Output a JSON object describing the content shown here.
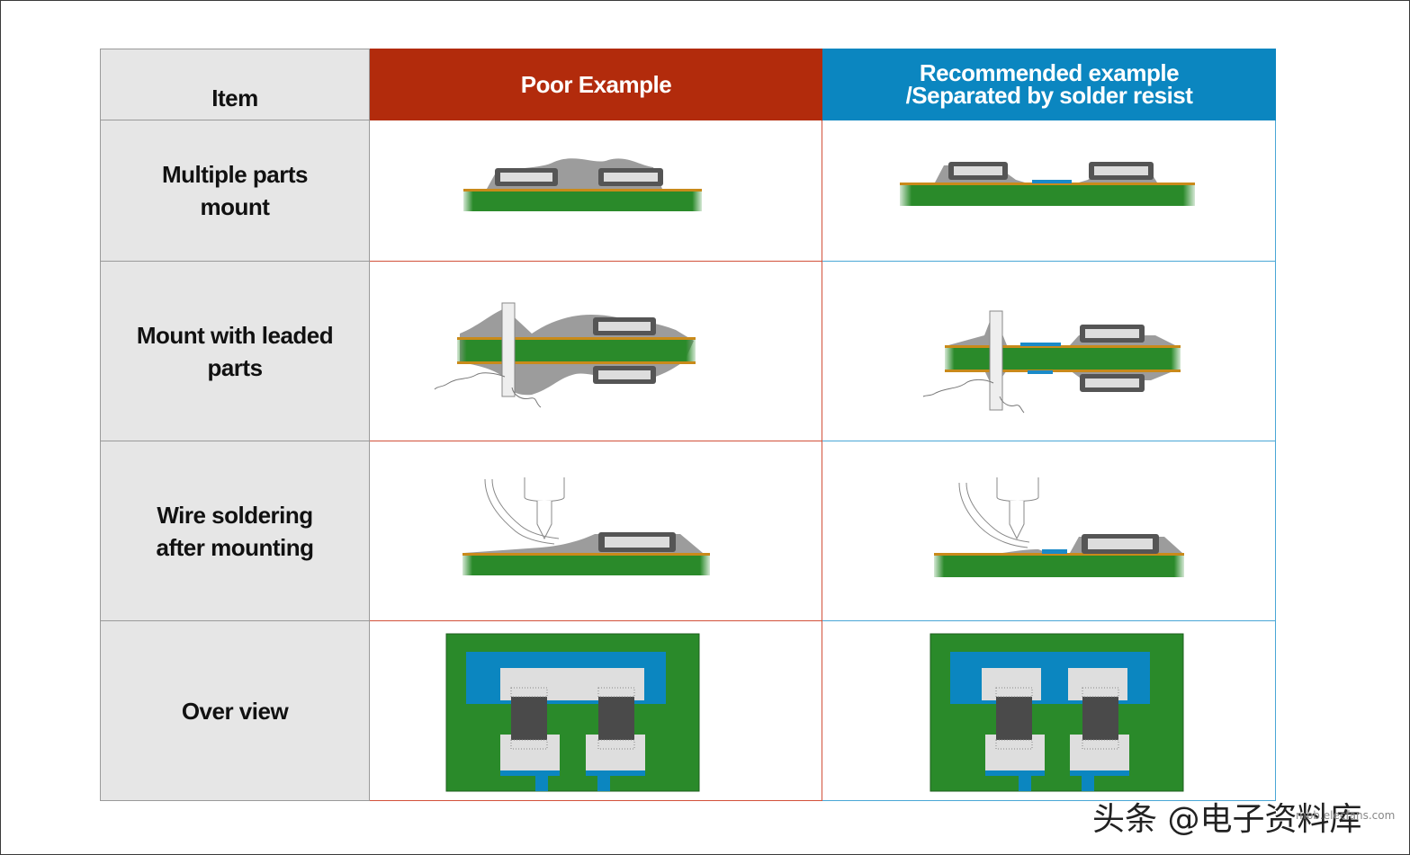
{
  "headers": {
    "item": "Item",
    "poor": "Poor Example",
    "recommended_line1": "Recommended example",
    "recommended_line2": "/Separated by solder resist"
  },
  "rows": [
    {
      "line1": "Multiple parts",
      "line2": "mount"
    },
    {
      "line1": "Mount with leaded",
      "line2": "parts"
    },
    {
      "line1": "Wire soldering",
      "line2": "after mounting"
    },
    {
      "line1": "Over view",
      "line2": ""
    }
  ],
  "watermark": {
    "text": "头条 @电子资料库",
    "small": "mbb.elecfans.com"
  },
  "colors": {
    "poor_header": "#b22b0c",
    "recommended_header": "#0b86c0",
    "board_green": "#2a8a2a",
    "copper": "#c98a1a",
    "solder_resist": "#1a8ac8",
    "solder_gray": "#9c9c9c",
    "component_dark": "#4a4a4a"
  }
}
